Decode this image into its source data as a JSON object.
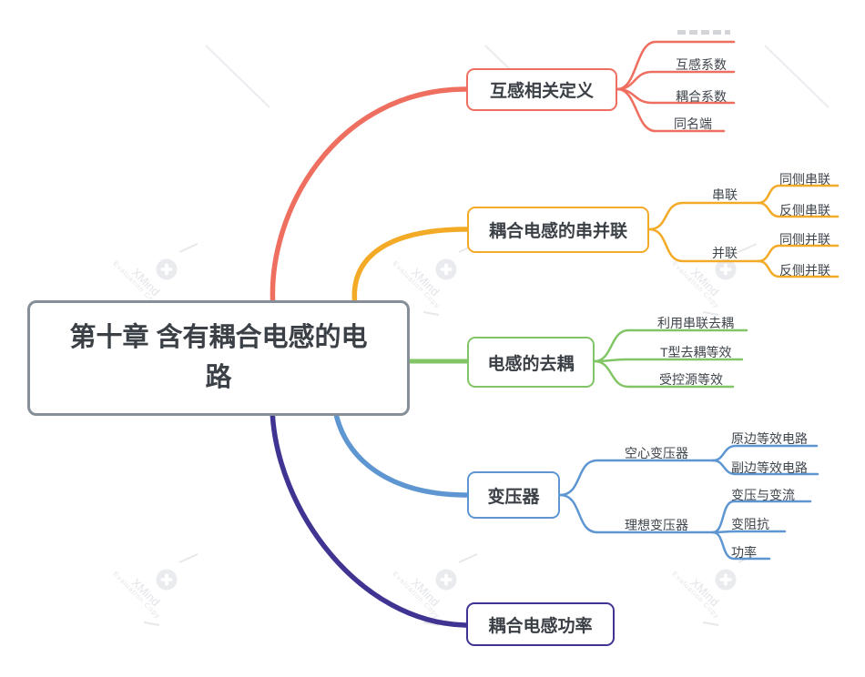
{
  "app": {
    "name": "XMind mind map",
    "watermark_text": "XMind",
    "watermark_subtext": "Evaluation Copy"
  },
  "colors": {
    "red": "#ee6e5f",
    "yellow": "#f3aa26",
    "green": "#82c566",
    "blue": "#5e96d2",
    "purple": "#3f3492",
    "central_border": "#868e98",
    "text": "#3b4046"
  },
  "central": {
    "label": "第十章 含有耦合电感的电路"
  },
  "branches": [
    {
      "id": "mutual-definitions",
      "color": "#ee6e5f",
      "label": "互感相关定义",
      "children": [
        {
          "label": "",
          "clipped": true
        },
        {
          "label": "互感系数"
        },
        {
          "label": "耦合系数"
        },
        {
          "label": "同名端"
        }
      ]
    },
    {
      "id": "series-parallel",
      "color": "#f3aa26",
      "label": "耦合电感的串并联",
      "children": [
        {
          "label": "串联",
          "children": [
            {
              "label": "同侧串联"
            },
            {
              "label": "反侧串联"
            }
          ]
        },
        {
          "label": "并联",
          "children": [
            {
              "label": "同侧并联"
            },
            {
              "label": "反侧并联"
            }
          ]
        }
      ]
    },
    {
      "id": "decoupling",
      "color": "#82c566",
      "label": "电感的去耦",
      "children": [
        {
          "label": "利用串联去耦"
        },
        {
          "label": "T型去耦等效"
        },
        {
          "label": "受控源等效"
        }
      ]
    },
    {
      "id": "transformer",
      "color": "#5e96d2",
      "label": "变压器",
      "children": [
        {
          "label": "空心变压器",
          "children": [
            {
              "label": "原边等效电路"
            },
            {
              "label": "副边等效电路"
            }
          ]
        },
        {
          "label": "理想变压器",
          "children": [
            {
              "label": "变压与变流"
            },
            {
              "label": "变阻抗"
            },
            {
              "label": "功率"
            }
          ]
        }
      ]
    },
    {
      "id": "coupled-power",
      "color": "#3f3492",
      "label": "耦合电感功率",
      "children": []
    }
  ]
}
